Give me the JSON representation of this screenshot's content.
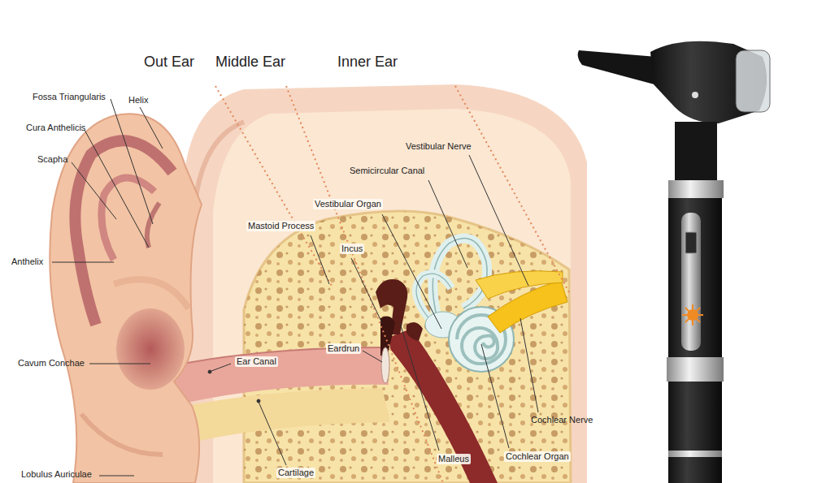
{
  "diagram": {
    "labels": [
      "Out Ear",
      "Middle Ear",
      "Inner Ear",
      "Fossa Triangularis",
      "Helix",
      "Cura Anthelicis",
      "Scapha",
      "Anthelix",
      "Cavum Conchae",
      "Mastoid Process",
      "Incus",
      "Vestibular Organ",
      "Semicircular Canal",
      "Vestibular Nerve",
      "Ear Canal",
      "Eardrun",
      "Cochlear Nerve",
      "Malleus",
      "Cochlear Organ",
      "Cartilage",
      "Lobulus Auriculae"
    ]
  }
}
